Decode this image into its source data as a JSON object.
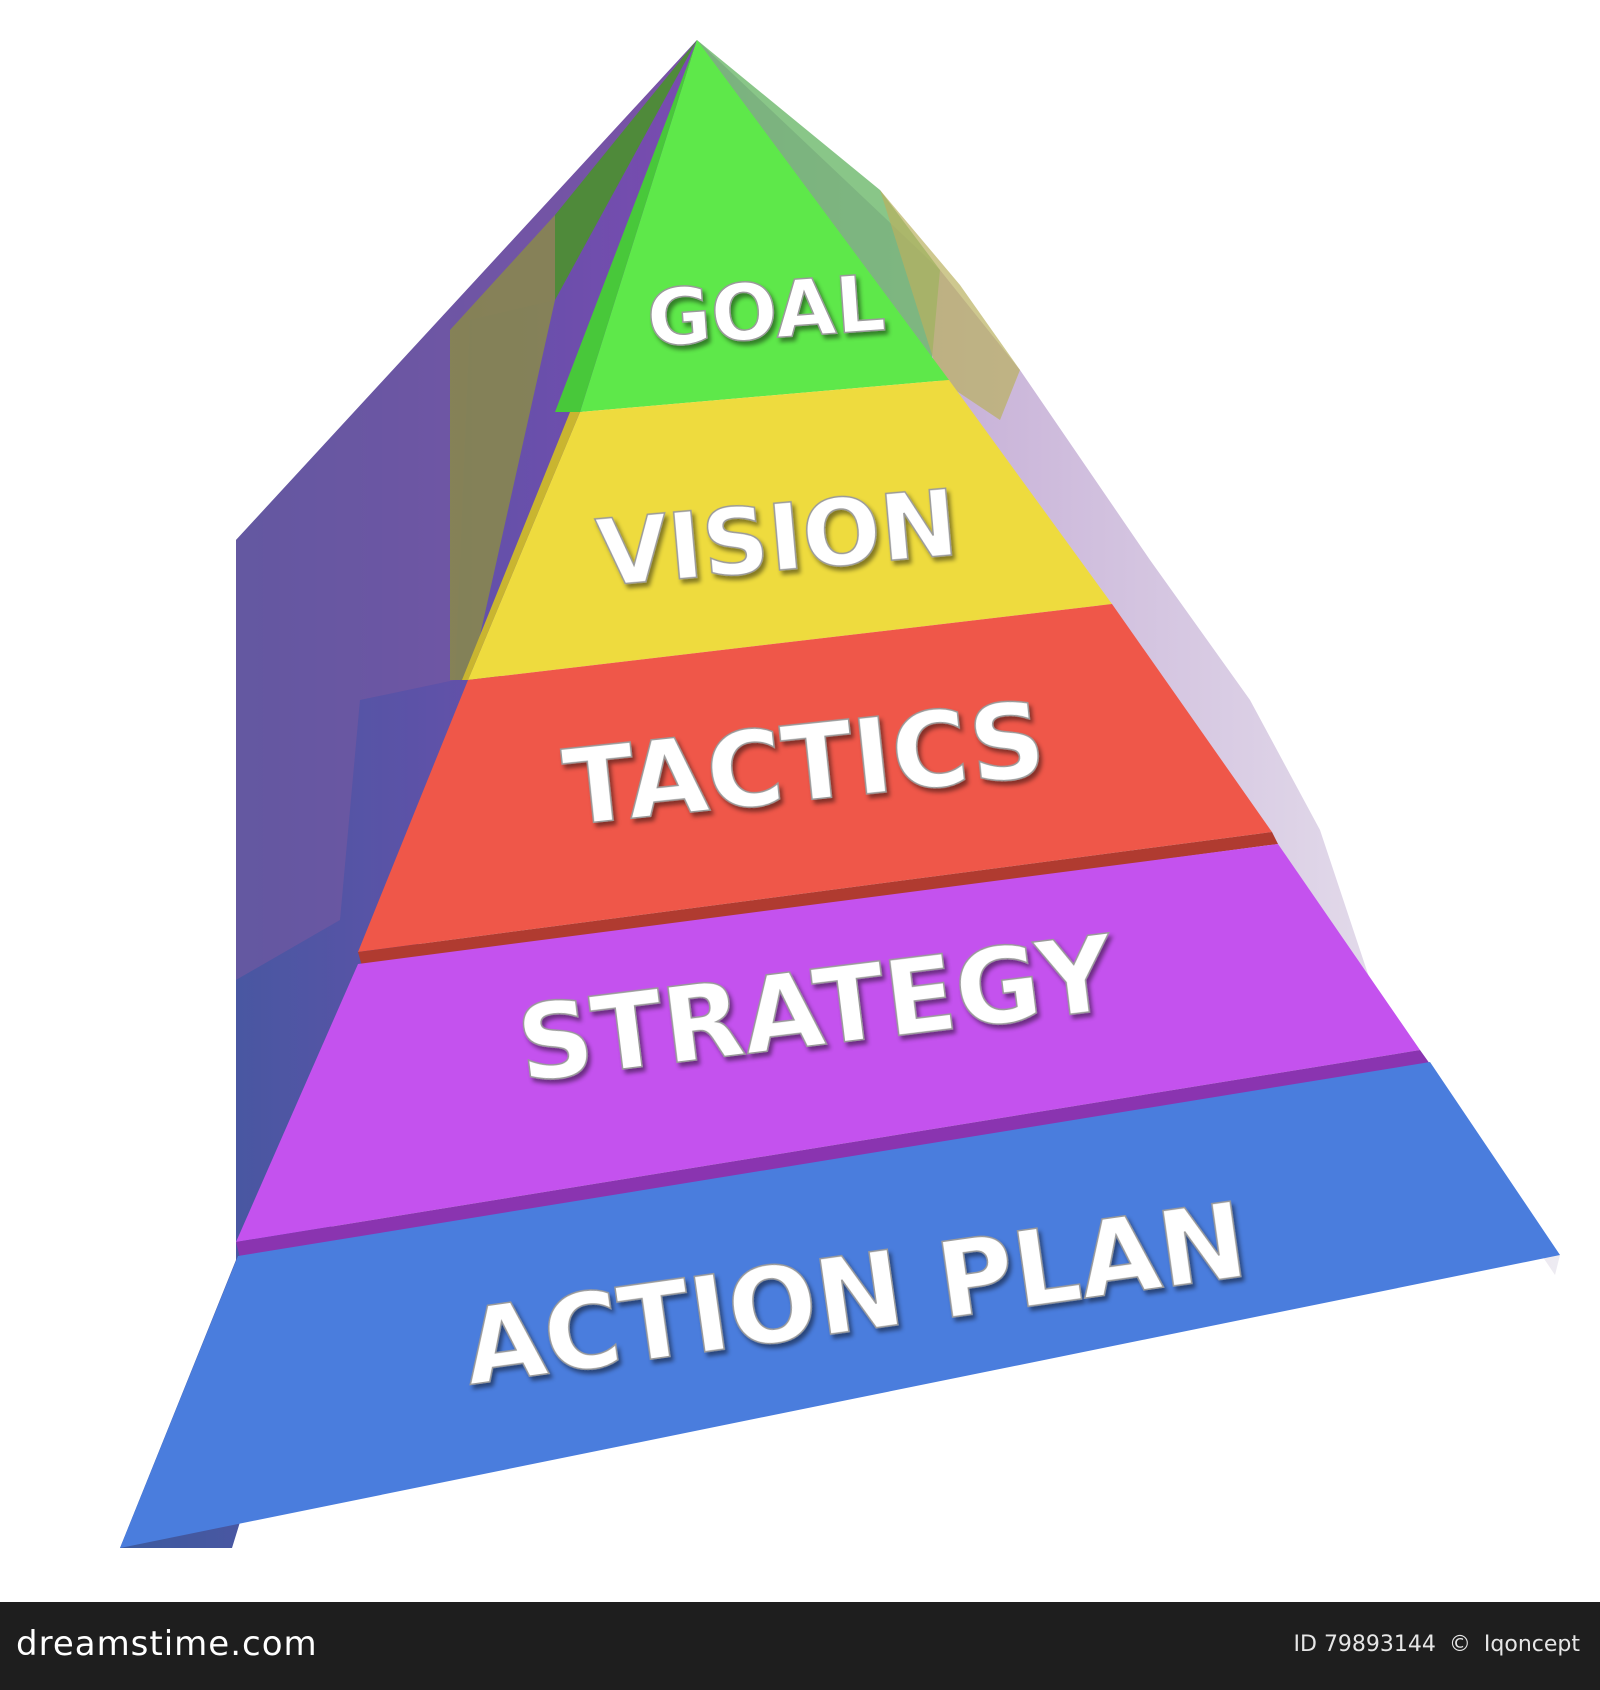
{
  "pyramid": {
    "levels": [
      {
        "label": "GOAL",
        "color": "#5ee84a"
      },
      {
        "label": "VISION",
        "color": "#eedb3e"
      },
      {
        "label": "TACTICS",
        "color": "#ef5749"
      },
      {
        "label": "STRATEGY",
        "color": "#c452ee"
      },
      {
        "label": "ACTION PLAN",
        "color": "#4a7ddd"
      }
    ]
  },
  "footer": {
    "brand": "dreamstime.com",
    "image_id": "ID 79893144",
    "separator": "©",
    "author": "Iqoncept"
  },
  "watermark": {
    "text": "dreamstime",
    "icon": "spiral-logo-icon"
  }
}
